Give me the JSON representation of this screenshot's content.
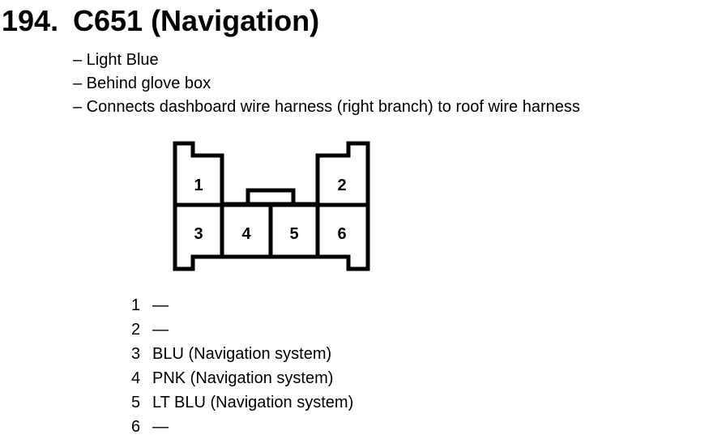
{
  "heading": {
    "number": "194.",
    "title": "C651 (Navigation)"
  },
  "notes": [
    "– Light Blue",
    "– Behind glove box",
    "– Connects dashboard wire harness (right branch) to roof wire harness"
  ],
  "connector": {
    "cavities": [
      "1",
      "2",
      "3",
      "4",
      "5",
      "6"
    ]
  },
  "pins": [
    {
      "number": "1",
      "description": "—"
    },
    {
      "number": "2",
      "description": "—"
    },
    {
      "number": "3",
      "description": "BLU (Navigation system)"
    },
    {
      "number": "4",
      "description": "PNK (Navigation system)"
    },
    {
      "number": "5",
      "description": "LT BLU (Navigation system)"
    },
    {
      "number": "6",
      "description": "—"
    }
  ]
}
